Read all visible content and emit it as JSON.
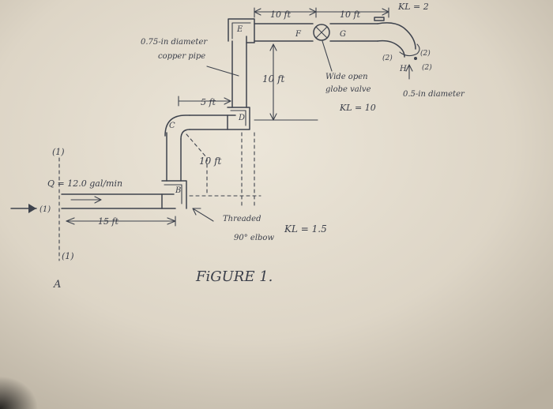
{
  "labels": {
    "pipe_diameter": "0.75-in diameter",
    "pipe_material": "copper pipe",
    "len_e_f": "10 ft",
    "len_g_h": "10 ft",
    "kl_faucet": "KL = 2",
    "rise_upper": "10 ft",
    "pt_e": "E",
    "pt_f": "F",
    "pt_g": "G",
    "pt_h": "H",
    "pt_c": "C",
    "pt_d": "D",
    "pt_b": "B",
    "exit_diameter": "0.5-in diameter",
    "valve_desc_1": "Wide open",
    "valve_desc_2": "globe valve",
    "kl_valve": "KL = 10",
    "len_c_d": "5 ft",
    "rise_lower": "10 ft",
    "sec1_top": "(1)",
    "flow_rate": "Q = 12.0 gal/min",
    "sec1_mid": "(1)",
    "len_a_b": "15 ft",
    "elbow_1": "Threaded",
    "elbow_2": "90° elbow",
    "kl_elbow": "KL = 1.5",
    "sec1_bottom": "(1)",
    "pt_a": "A",
    "figure_title": "FiGURE 1.",
    "sec2_a": "(2)",
    "sec2_b": "(2)",
    "sec2_c": "(2)"
  }
}
